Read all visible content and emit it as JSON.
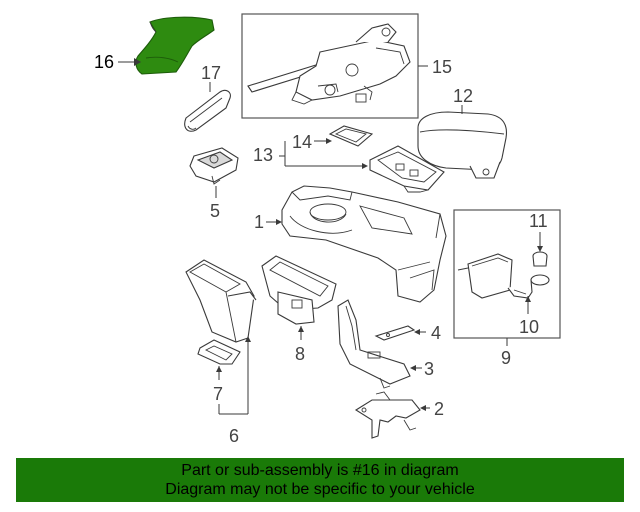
{
  "colors": {
    "highlight": "#2e8b10",
    "banner": "#1a7a08",
    "line": "#3a3a3a"
  },
  "callouts": {
    "c1": "1",
    "c2": "2",
    "c3": "3",
    "c4": "4",
    "c5": "5",
    "c6": "6",
    "c7": "7",
    "c8": "8",
    "c9": "9",
    "c10": "10",
    "c11": "11",
    "c12": "12",
    "c13": "13",
    "c14": "14",
    "c15": "15",
    "c16": "16",
    "c17": "17"
  },
  "highlighted_part": "16",
  "banner": {
    "line1": "Part or sub-assembly is #16 in diagram",
    "line2": "Diagram may not be specific to your vehicle"
  }
}
